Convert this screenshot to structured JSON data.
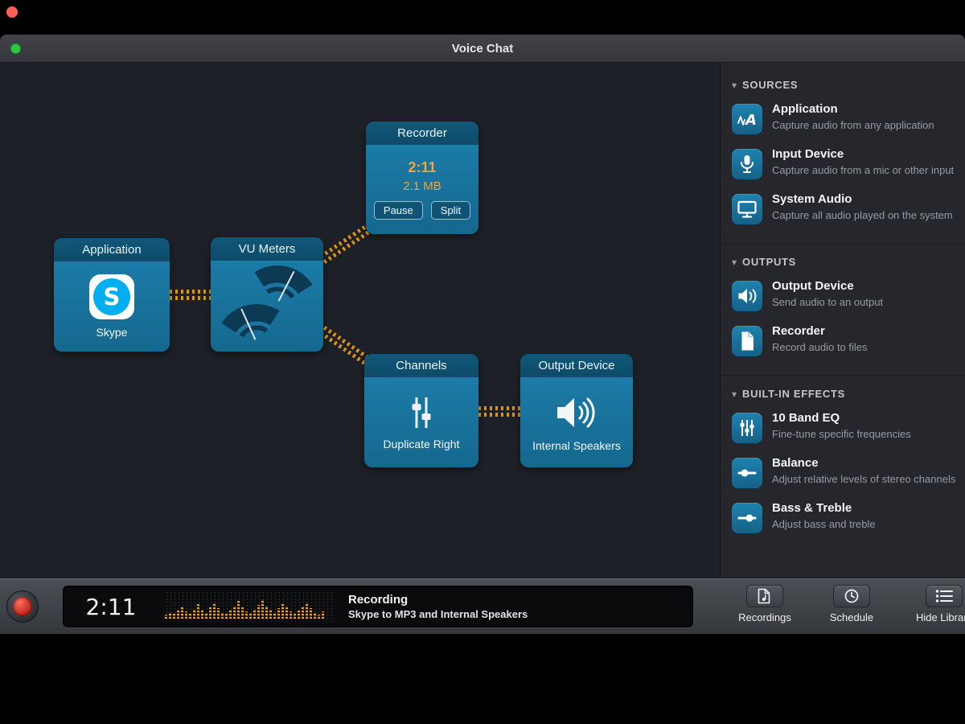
{
  "window": {
    "title": "Voice Chat"
  },
  "canvas": {
    "application": {
      "title": "Application",
      "label": "Skype",
      "icon": "skype-icon",
      "icon_letter": "S"
    },
    "vu_meters": {
      "title": "VU Meters",
      "icon": "vu-gauges-icon"
    },
    "recorder": {
      "title": "Recorder",
      "time": "2:11",
      "size": "2.1 MB",
      "pause_label": "Pause",
      "split_label": "Split"
    },
    "channels": {
      "title": "Channels",
      "label": "Duplicate Right",
      "icon": "channel-sliders-icon"
    },
    "output_device": {
      "title": "Output Device",
      "label": "Internal Speakers",
      "icon": "speaker-icon"
    }
  },
  "sidebar": {
    "sections": [
      {
        "title": "SOURCES",
        "items": [
          {
            "title": "Application",
            "desc": "Capture audio from any application",
            "icon": "application-icon"
          },
          {
            "title": "Input Device",
            "desc": "Capture audio from a mic or other input",
            "icon": "microphone-icon"
          },
          {
            "title": "System Audio",
            "desc": "Capture all audio played on the system",
            "icon": "display-icon"
          }
        ]
      },
      {
        "title": "OUTPUTS",
        "items": [
          {
            "title": "Output Device",
            "desc": "Send audio to an output",
            "icon": "speaker-icon"
          },
          {
            "title": "Recorder",
            "desc": "Record audio to files",
            "icon": "file-icon"
          }
        ]
      },
      {
        "title": "BUILT-IN EFFECTS",
        "items": [
          {
            "title": "10 Band EQ",
            "desc": "Fine-tune specific frequencies",
            "icon": "equalizer-icon"
          },
          {
            "title": "Balance",
            "desc": "Adjust relative levels of stereo channels",
            "icon": "balance-slider-icon"
          },
          {
            "title": "Bass & Treble",
            "desc": "Adjust bass and treble",
            "icon": "bass-treble-slider-icon"
          }
        ]
      }
    ]
  },
  "statusbar": {
    "time": "2:11",
    "status_title": "Recording",
    "status_detail": "Skype to MP3 and Internal Speakers",
    "buttons": [
      {
        "label": "Recordings",
        "icon": "recordings-icon"
      },
      {
        "label": "Schedule",
        "icon": "schedule-clock-icon"
      },
      {
        "label": "Hide Library",
        "icon": "library-list-icon"
      }
    ],
    "meter_bars": [
      5,
      8,
      6,
      10,
      14,
      9,
      6,
      12,
      18,
      11,
      7,
      14,
      20,
      13,
      8,
      6,
      11,
      16,
      22,
      14,
      9,
      7,
      12,
      17,
      24,
      16,
      11,
      8,
      13,
      18,
      14,
      9,
      6,
      10,
      15,
      20,
      13,
      8,
      5,
      9
    ]
  },
  "colors": {
    "node_teal": "#15688f",
    "node_header_teal": "#0d4b69",
    "connector_orange": "#df9416",
    "lcd_orange": "#f09c1e",
    "record_red": "#c22a1f",
    "skype_blue": "#00aff0"
  }
}
